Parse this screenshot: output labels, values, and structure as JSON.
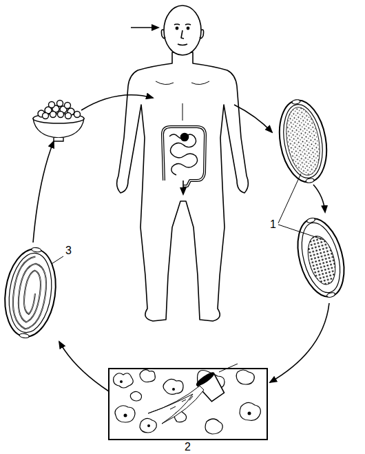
{
  "diagram": {
    "labels": [
      "1",
      "3",
      "2"
    ]
  }
}
